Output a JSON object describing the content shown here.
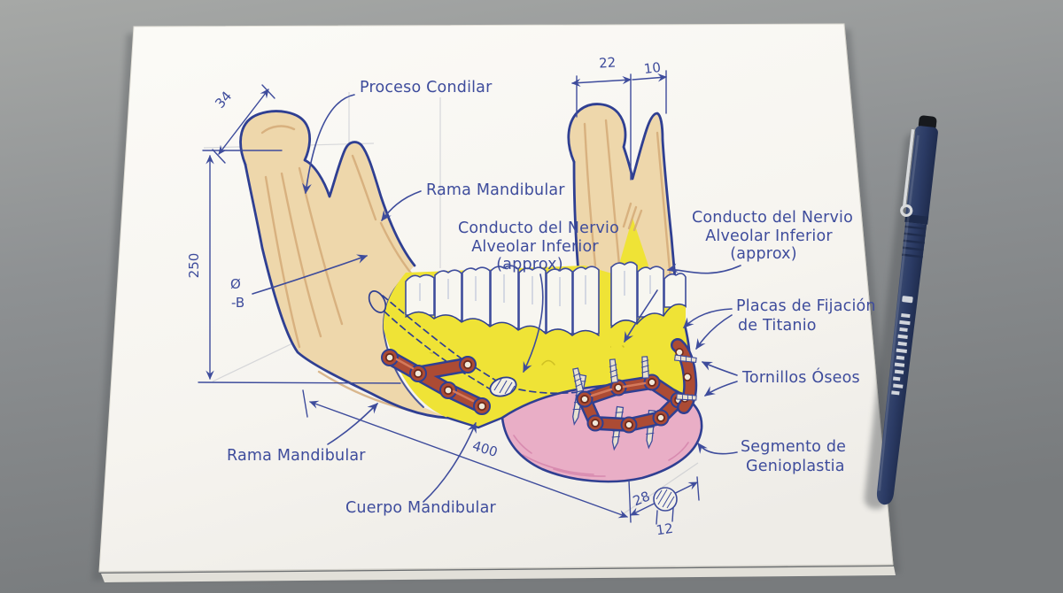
{
  "labels": {
    "proceso_condilar": "Proceso Condilar",
    "rama_mandibular_upper": "Rama Mandibular",
    "conducto_center": [
      "Conducto del Nervio",
      "Alveolar Inferior",
      "(approx)"
    ],
    "conducto_right": [
      "Conducto del Nervio",
      "Alveolar Inferior",
      "(approx)"
    ],
    "placas": [
      "Placas de Fijación",
      "de Titanio"
    ],
    "tornillos": "Tornillos Óseos",
    "segmento": [
      "Segmento de",
      "Genioplastia"
    ],
    "rama_mandibular_lower": "Rama Mandibular",
    "cuerpo_mandibular": "Cuerpo Mandibular"
  },
  "dimensions": {
    "condyle_neck_width": "34",
    "ramus_height": "250",
    "right_condyle_width": "22",
    "right_notch_width": "10",
    "body_length": "400",
    "chin_dim_a": "28",
    "chin_dim_b": "12",
    "diameter_symbol": "Ø",
    "diameter_ref": "-B"
  },
  "colors": {
    "ink": "#2f3f92",
    "label_ink": "#3e4c9c",
    "bone": "#eed7ab",
    "bone_shade": "#d9b07a",
    "body_yellow": "#efe336",
    "genioplasty_pink": "#e9aec6",
    "plate_red": "#ac4b34",
    "teeth_white": "#f7f6f0",
    "paper_white": "#f7f5f0",
    "desk_gray": "#8d9092",
    "pen_navy": "#2c3c66"
  }
}
